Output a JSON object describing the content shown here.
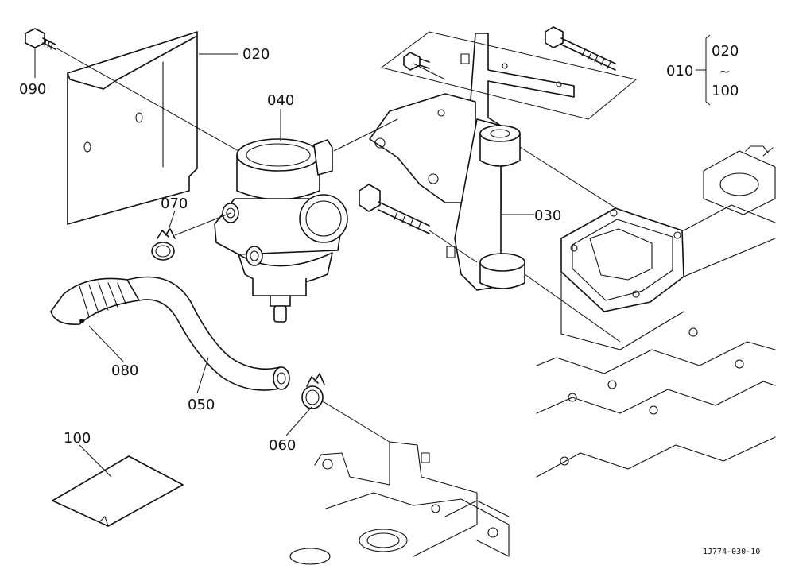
{
  "callouts": {
    "p010": "010",
    "p020": "020",
    "p030": "030",
    "p040": "040",
    "p050": "050",
    "p060": "060",
    "p070": "070",
    "p080": "080",
    "p090": "090",
    "p100": "100"
  },
  "range_bracket": {
    "from": "020",
    "separator": "~",
    "to": "100"
  },
  "drawing_code": "1J774-030-10"
}
